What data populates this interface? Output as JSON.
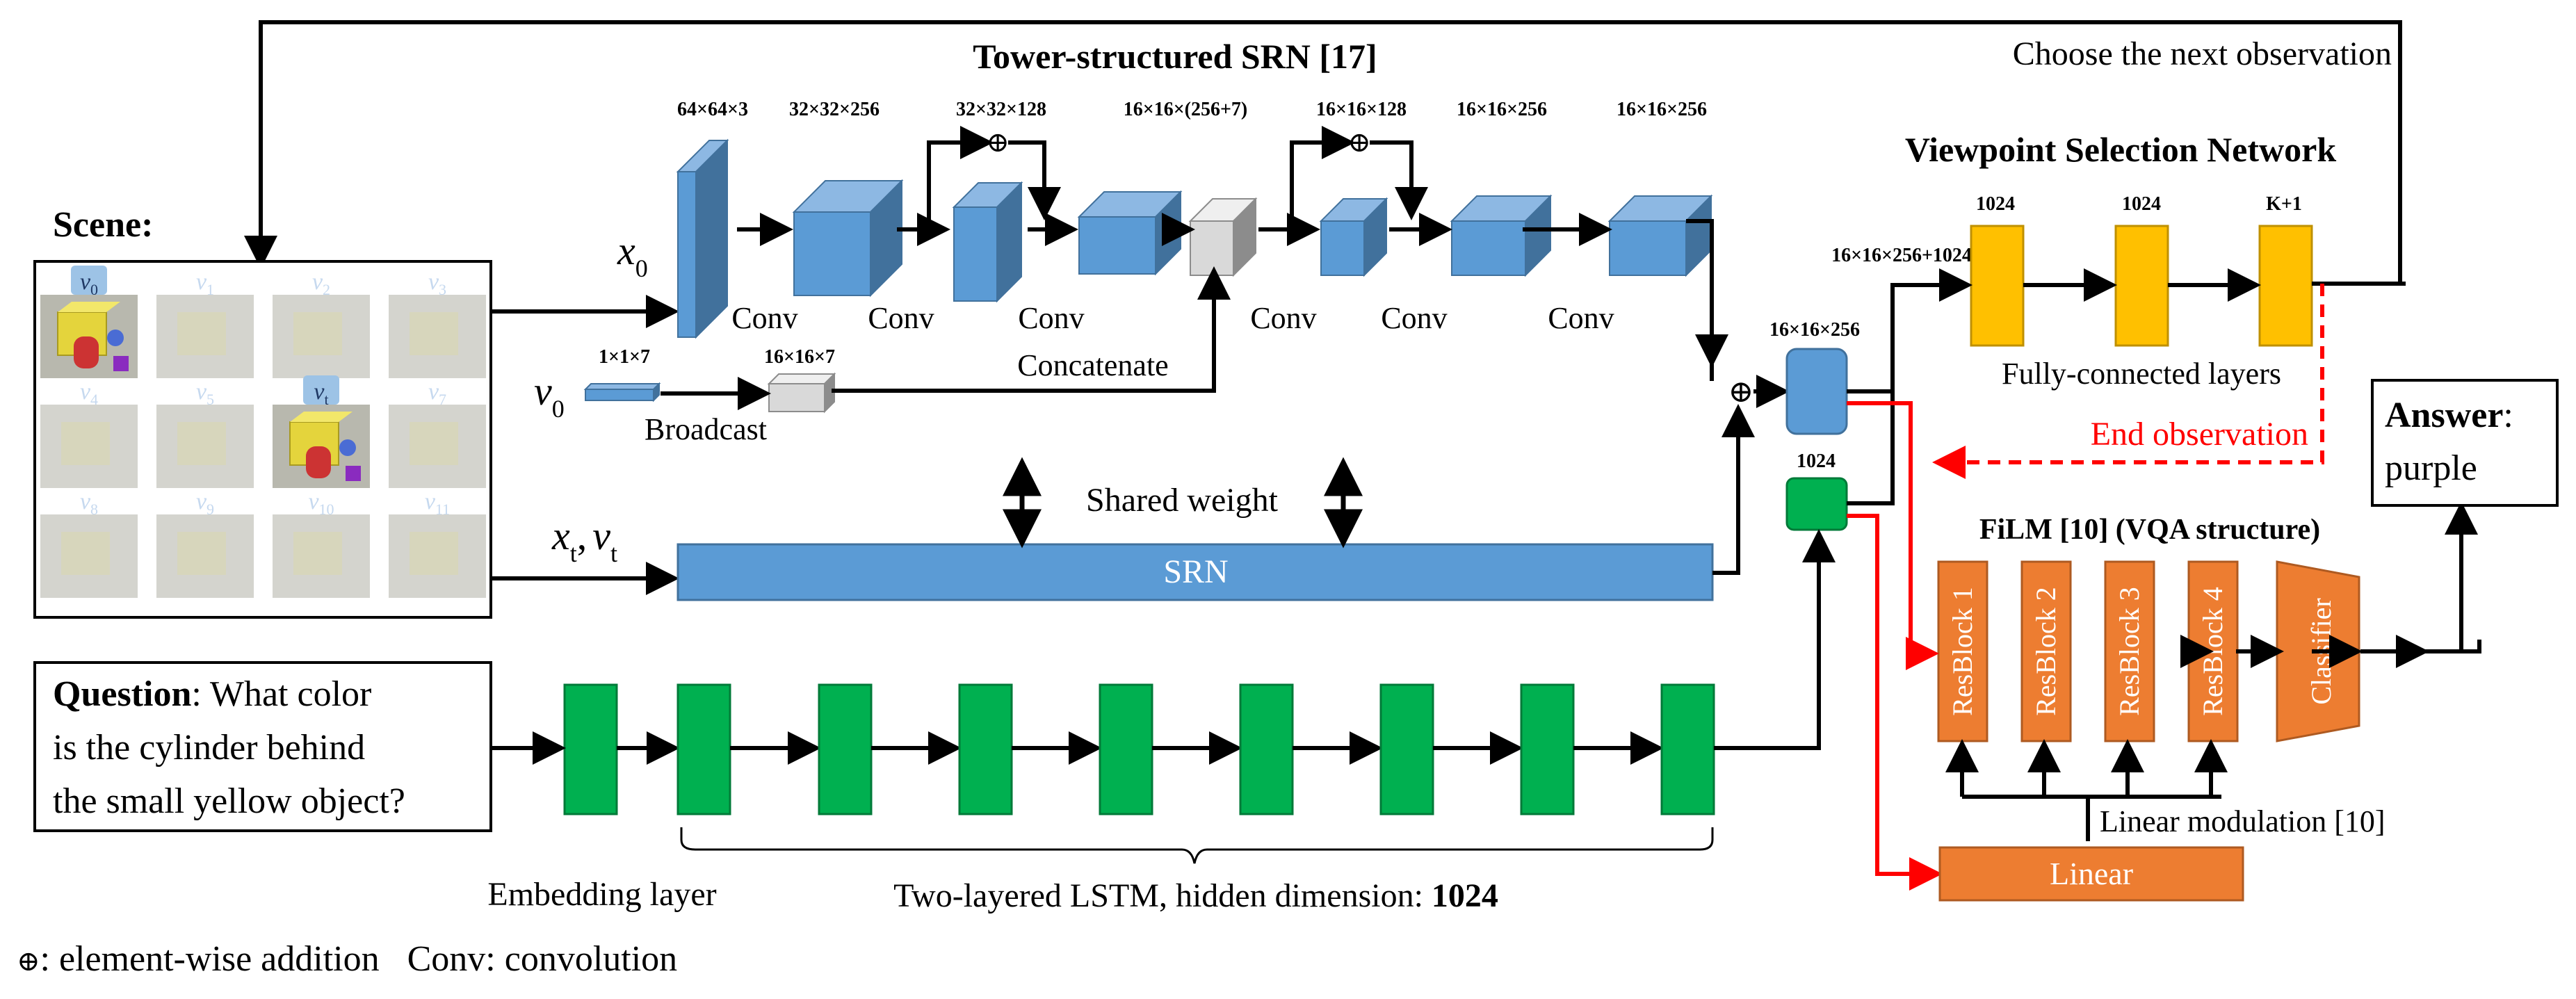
{
  "tower": {
    "title": "Tower-structured SRN [17]",
    "dims": {
      "d1": "64×64×3",
      "d2": "32×32×256",
      "d3": "32×32×128",
      "d4": "16×16×(256+7)",
      "d5": "16×16×128",
      "d6": "16×16×256",
      "d7": "16×16×256"
    },
    "labels": {
      "conv1": "Conv",
      "conv2": "Conv",
      "conv3": "Conv",
      "conv4": "Conv",
      "conv5": "Conv",
      "conv6": "Conv",
      "concatenate": "Concatenate"
    },
    "x0": "x",
    "x0_sub": "0",
    "v0": "v",
    "v0_sub": "0",
    "v_dim1": "1×1×7",
    "v_dim2": "16×16×7",
    "broadcast": "Broadcast"
  },
  "scene": {
    "label": "Scene:",
    "cells": [
      {
        "label": "v",
        "sub": "0",
        "active": true,
        "content": "objects"
      },
      {
        "label": "v",
        "sub": "1",
        "active": false,
        "content": "plain"
      },
      {
        "label": "v",
        "sub": "2",
        "active": false,
        "content": "plain"
      },
      {
        "label": "v",
        "sub": "3",
        "active": false,
        "content": "plain"
      },
      {
        "label": "v",
        "sub": "4",
        "active": false,
        "content": "plain"
      },
      {
        "label": "v",
        "sub": "5",
        "active": false,
        "content": "plain"
      },
      {
        "label": "v",
        "sub": "t",
        "active": true,
        "content": "objects"
      },
      {
        "label": "v",
        "sub": "7",
        "active": false,
        "content": "plain"
      },
      {
        "label": "v",
        "sub": "8",
        "active": false,
        "content": "plain"
      },
      {
        "label": "v",
        "sub": "9",
        "active": false,
        "content": "plain"
      },
      {
        "label": "v",
        "sub": "10",
        "active": false,
        "content": "plain"
      },
      {
        "label": "v",
        "sub": "11",
        "active": false,
        "content": "plain"
      }
    ]
  },
  "next_obs": "Choose the next observation",
  "srn": {
    "label": "SRN",
    "shared": "Shared weight",
    "xt": "x",
    "xt_sub": "t",
    "sep": ",",
    "vt": "v",
    "vt_sub": "t"
  },
  "vsn": {
    "title": "Viewpoint Selection Network",
    "in_dim": "16×16×256+1024",
    "d1": "1024",
    "d2": "1024",
    "d3": "K+1",
    "fc": "Fully-connected layers",
    "end": "End observation"
  },
  "merge": {
    "dim_blue": "16×16×256",
    "dim_green": "1024"
  },
  "question": {
    "bold": "Question",
    "line1": ": What color",
    "line2": "is the cylinder behind",
    "line3": "the small yellow object?"
  },
  "lstm": {
    "embedding": "Embedding layer",
    "two_layer": "Two-layered LSTM, hidden dimension: ",
    "hidden": "1024"
  },
  "film": {
    "title": "FiLM [10] (VQA structure)",
    "blocks": [
      "ResBlock 1",
      "ResBlock 2",
      "ResBlock 3",
      "ResBlock 4"
    ],
    "classifier": "Classifier",
    "linear": "Linear",
    "modulation": "Linear modulation [10]"
  },
  "answer": {
    "bold": "Answer",
    "colon": ":",
    "value": "purple"
  },
  "legend": {
    "symbol": "⊕",
    "addition": ": element-wise addition",
    "conv": "Conv: convolution"
  },
  "colors": {
    "blue": "#5b9bd5",
    "blue_side": "#41719c",
    "blue_top": "#8db8e3",
    "green": "#00b050",
    "yellow": "#ffc000",
    "orange": "#ed7d31",
    "red": "#ff0000",
    "gray": "#d9d9d9"
  }
}
